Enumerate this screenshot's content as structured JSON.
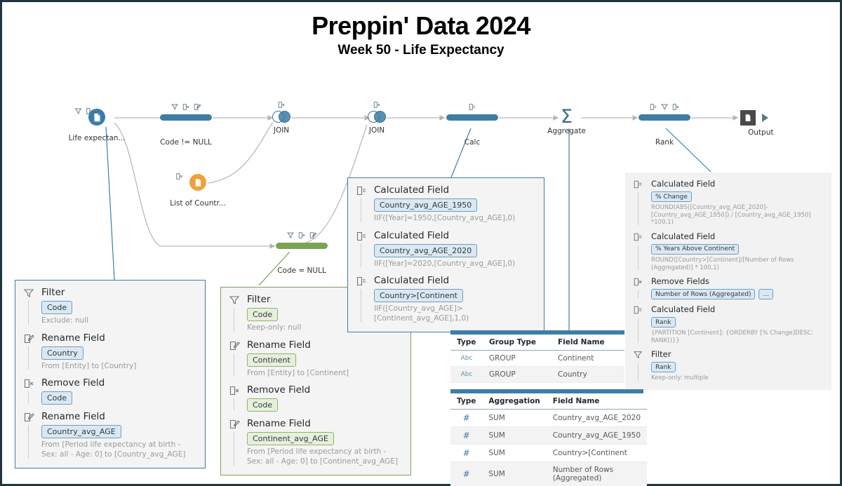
{
  "header": {
    "title": "Preppin' Data 2024",
    "subtitle": "Week 50 - Life Expectancy"
  },
  "flow": {
    "nodes": [
      {
        "id": "input-life",
        "label": "Life expectan...",
        "type": "input",
        "color": "#3a7ca5",
        "icons": [
          "filter-icon",
          "remove-field-icon"
        ]
      },
      {
        "id": "clean-code-not-null",
        "label": "Code != NULL",
        "type": "clean",
        "color": "#3d7ea6",
        "icons": [
          "filter-icon",
          "remove-field-icon",
          "rename-field-icon"
        ]
      },
      {
        "id": "join-1",
        "label": "JOIN",
        "type": "join",
        "icons": [
          "remove-field-icon"
        ]
      },
      {
        "id": "join-2",
        "label": "JOIN",
        "type": "join",
        "icons": [
          "remove-field-icon"
        ]
      },
      {
        "id": "calc",
        "label": "Calc",
        "type": "clean",
        "color": "#3d7ea6",
        "icons": [
          "calculated-field-icon"
        ]
      },
      {
        "id": "aggregate",
        "label": "Aggregate",
        "type": "aggregate",
        "icons": []
      },
      {
        "id": "rank",
        "label": "Rank",
        "type": "clean",
        "color": "#3d7ea6",
        "icons": [
          "calculated-field-icon",
          "filter-icon",
          "remove-field-icon"
        ]
      },
      {
        "id": "output",
        "label": "Output",
        "type": "output",
        "icons": []
      },
      {
        "id": "input-countries",
        "label": "List of Countr...",
        "type": "input",
        "color": "#f0a03c",
        "icons": [
          "remove-field-icon"
        ]
      },
      {
        "id": "clean-code-null",
        "label": "Code = NULL",
        "type": "clean",
        "color": "#7aa353",
        "icons": [
          "filter-icon",
          "remove-field-icon",
          "rename-field-icon"
        ]
      }
    ]
  },
  "panels": {
    "country": {
      "accent": "#3d7ea6",
      "entries": [
        {
          "icon": "filter-icon",
          "title": "Filter",
          "pills": [
            "Code"
          ],
          "desc": "Exclude: null"
        },
        {
          "icon": "rename-field-icon",
          "title": "Rename Field",
          "pills": [
            "Country"
          ],
          "desc": "From [Entity] to [Country]"
        },
        {
          "icon": "remove-field-icon",
          "title": "Remove Field",
          "pills": [
            "Code"
          ],
          "desc": ""
        },
        {
          "icon": "rename-field-icon",
          "title": "Rename Field",
          "pills": [
            "Country_avg_AGE"
          ],
          "desc": "From [Period life expectancy at birth - Sex: all - Age: 0] to [Country_avg_AGE]"
        }
      ]
    },
    "continent": {
      "accent": "#7aa353",
      "entries": [
        {
          "icon": "filter-icon",
          "title": "Filter",
          "pills": [
            "Code"
          ],
          "desc": "Keep-only: null"
        },
        {
          "icon": "rename-field-icon",
          "title": "Rename Field",
          "pills": [
            "Continent"
          ],
          "desc": "From [Entity] to [Continent]"
        },
        {
          "icon": "remove-field-icon",
          "title": "Remove Field",
          "pills": [
            "Code"
          ],
          "desc": ""
        },
        {
          "icon": "rename-field-icon",
          "title": "Rename Field",
          "pills": [
            "Continent_avg_AGE"
          ],
          "desc": "From [Period life expectancy at birth - Sex: all - Age: 0] to [Continent_avg_AGE]"
        }
      ]
    },
    "calc": {
      "accent": "#3d7ea6",
      "entries": [
        {
          "icon": "calculated-field-icon",
          "title": "Calculated Field",
          "pills": [
            "Country_avg_AGE_1950"
          ],
          "desc": "IIF([Year]=1950,[Country_avg_AGE],0)"
        },
        {
          "icon": "calculated-field-icon",
          "title": "Calculated Field",
          "pills": [
            "Country_avg_AGE_2020"
          ],
          "desc": "IIF([Year]=2020,[Country_avg_AGE],0)"
        },
        {
          "icon": "calculated-field-icon",
          "title": "Calculated Field",
          "pills": [
            "Country>[Continent"
          ],
          "desc": "IIF([Country_avg_AGE]>[Continent_avg_AGE],1,0)"
        }
      ]
    },
    "rank": {
      "accent": "#3d7ea6",
      "entries": [
        {
          "icon": "calculated-field-icon",
          "title": "Calculated Field",
          "pills": [
            "% Change"
          ],
          "desc": "ROUND(ABS([Country_avg_AGE_2020]-[Country_avg_AGE_1950]) / [Country_avg_AGE_1950] *100,1)"
        },
        {
          "icon": "calculated-field-icon",
          "title": "Calculated Field",
          "pills": [
            "% Years Above Continent"
          ],
          "desc": "ROUND([Country>[Continent]/[Number of Rows (Aggregated)] * 100,1)"
        },
        {
          "icon": "remove-field-icon",
          "title": "Remove Fields",
          "pills": [
            "Number of Rows (Aggregated)",
            "..."
          ],
          "desc": ""
        },
        {
          "icon": "calculated-field-icon",
          "title": "Calculated Field",
          "pills": [
            "Rank"
          ],
          "desc": "{PARTITION [Continent]: {ORDERBY [% Change]DESC: RANK()}}"
        },
        {
          "icon": "filter-icon",
          "title": "Filter",
          "pills": [
            "Rank"
          ],
          "desc": "Keep-only: multiple"
        }
      ]
    }
  },
  "tables": {
    "group": {
      "columns": [
        "Type",
        "Group Type",
        "Field Name"
      ],
      "rows": [
        {
          "type": "Abc",
          "agg": "GROUP",
          "field": "Continent"
        },
        {
          "type": "Abc",
          "agg": "GROUP",
          "field": "Country"
        }
      ]
    },
    "aggregate": {
      "columns": [
        "Type",
        "Aggregation",
        "Field Name"
      ],
      "rows": [
        {
          "type": "#",
          "agg": "SUM",
          "field": "Country_avg_AGE_2020"
        },
        {
          "type": "#",
          "agg": "SUM",
          "field": "Country_avg_AGE_1950"
        },
        {
          "type": "#",
          "agg": "SUM",
          "field": "Country>[Continent"
        },
        {
          "type": "#",
          "agg": "SUM",
          "field": "Number of Rows (Aggregated)"
        }
      ]
    }
  }
}
